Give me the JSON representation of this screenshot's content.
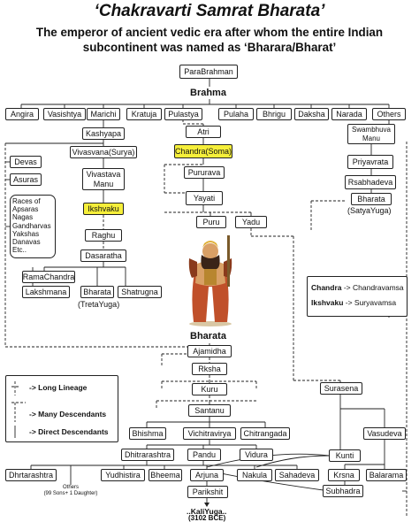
{
  "title": "‘Chakravarti Samrat Bharata’",
  "subtitle_line1": "The emperor of ancient vedic era after whom the entire Indian",
  "subtitle_line2": "subcontinent was named as ‘Bharara/Bharat’",
  "nodes": {
    "parabrahman": "ParaBrahman",
    "brahma": "Brahma",
    "angira": "Angira",
    "vasishtya": "Vasishtya",
    "marichi": "Marichi",
    "kratuja": "Kratuja",
    "pulastya": "Pulastya",
    "pulaha": "Pulaha",
    "bhrigu": "Bhrigu",
    "daksha": "Daksha",
    "narada": "Narada",
    "others": "Others",
    "kashyapa": "Kashyapa",
    "atri": "Atri",
    "swambhuva": "Swambhuva Manu",
    "devas": "Devas",
    "asuras": "Asuras",
    "races": "Races of Apsaras Nagas Gandharvas Yakshas Danavas Etc..",
    "vivasvana": "Vivasvana(Surya)",
    "vivastava_manu": "Vivastava Manu",
    "ikshvaku": "Ikshvaku",
    "raghu": "Raghu",
    "dasaratha": "Dasaratha",
    "ramachandra": "RamaChandra",
    "lakshmana": "Lakshmana",
    "bharata_r": "Bharata",
    "tretayuga": "(TretaYuga)",
    "shatrugna": "Shatrugna",
    "chandra": "Chandra(Soma)",
    "pururava": "Pururava",
    "yayati": "Yayati",
    "puru": "Puru",
    "yadu": "Yadu",
    "priyavrata": "Priyavrata",
    "rsabhadeva": "Rsabhadeva",
    "bharata_s": "Bharata",
    "satyayuga": "(SatyaYuga)",
    "bharata_main": "Bharata",
    "ajamidha": "Ajamidha",
    "rksha": "Rksha",
    "kuru": "Kuru",
    "santanu": "Santanu",
    "bhishma": "Bhishma",
    "vichitravirya": "Vichitravirya",
    "chitrangada": "Chitrangada",
    "dhitrarashtra": "Dhitrarashtra",
    "pandu": "Pandu",
    "vidura": "Vidura",
    "dhrtarashtra": "Dhrtarashtra",
    "others2_l1": "Others",
    "others2_l2": "(99 Sons+ 1 Daughter)",
    "yudhistira": "Yudhistira",
    "bheema": "Bheema",
    "arjuna": "Arjuna",
    "nakula": "Nakula",
    "sahadeva": "Sahadeva",
    "parikshit": "Parikshit",
    "kaliyuga": "..KaliYuga..",
    "kaliyuga_date": "(3102 BCE)",
    "surasena": "Surasena",
    "vasudeva": "Vasudeva",
    "kunti": "Kunti",
    "krsna": "Krsna",
    "balarama": "Balarama",
    "subhadra": "Subhadra"
  },
  "vamsa_legend": {
    "line1_name": "Chandra",
    "line1_rest": " -> Chandravamsa",
    "line2_name": "Ikshvaku",
    "line2_rest": " -> Suryavamsa"
  },
  "line_legend": {
    "long": "-> Long Lineage",
    "many": "-> Many Descendants",
    "direct": "-> Direct Descendants"
  },
  "colors": {
    "highlight": "#f6ef3a",
    "line": "#222222"
  }
}
